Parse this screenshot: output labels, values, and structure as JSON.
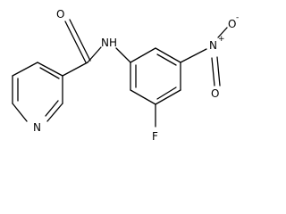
{
  "molecule": {
    "atoms": {
      "carbonyl_oxygen": "O",
      "amide_nitrogen": "NH",
      "pyridine_nitrogen": "N",
      "nitro_nitrogen": "N",
      "nitro_nitrogen_charge": "+",
      "nitro_oxygen_top": "O",
      "nitro_oxygen_top_charge": "-",
      "nitro_oxygen_bottom": "O",
      "fluorine": "F"
    }
  }
}
